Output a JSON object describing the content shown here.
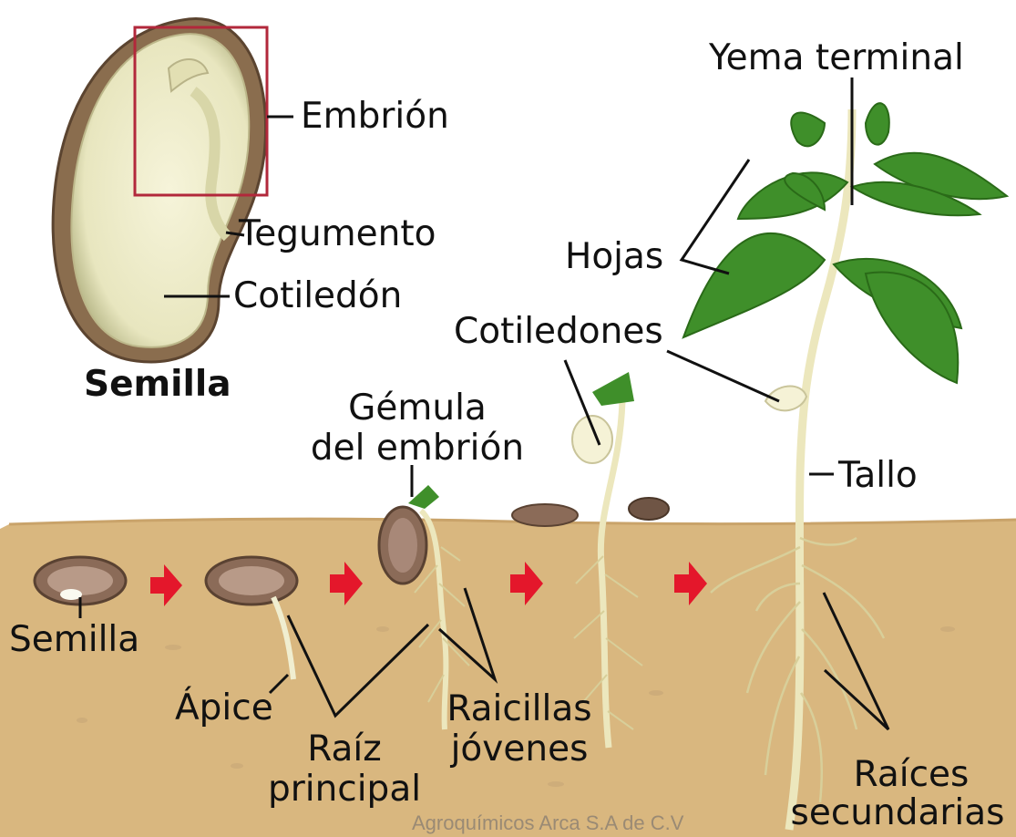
{
  "labels": {
    "embrion": "Embrión",
    "tegumento": "Tegumento",
    "cotiledon": "Cotiledón",
    "semilla_top": "Semilla",
    "yema_terminal": "Yema terminal",
    "hojas": "Hojas",
    "cotiledones": "Cotiledones",
    "gemula_1": "Gémula",
    "gemula_2": "del embrión",
    "tallo": "Tallo",
    "semilla_bottom": "Semilla",
    "apice": "Ápice",
    "raiz_1": "Raíz",
    "raiz_2": "principal",
    "raicillas_1": "Raicillas",
    "raicillas_2": "jóvenes",
    "raices_1": "Raíces",
    "raices_2": "secundarias"
  },
  "watermark": "Agroquímicos Arca S.A de C.V",
  "colors": {
    "soil": "#d9b77f",
    "seed_coat": "#8a6d4e",
    "seed_inner": "#f1efcc",
    "leaf": "#3f8f2a",
    "stem": "#ece7bd",
    "arrow": "#e4172b",
    "highlight_box": "#b2283b"
  }
}
